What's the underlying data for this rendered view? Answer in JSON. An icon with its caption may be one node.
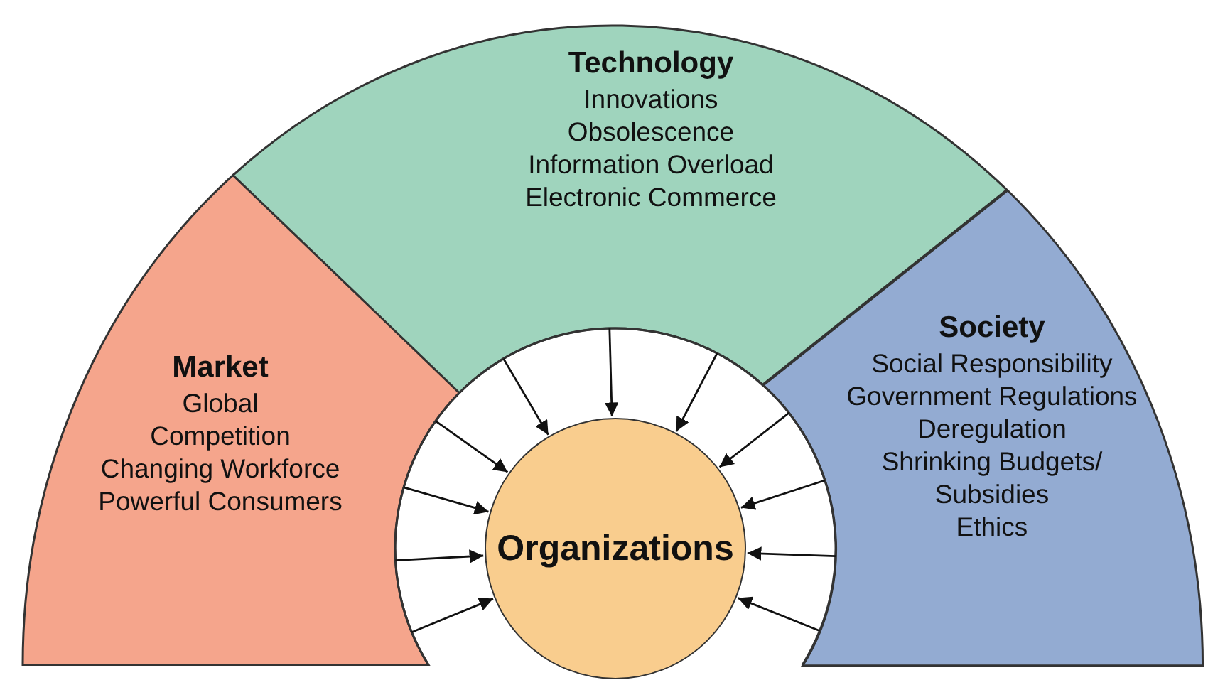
{
  "diagram": {
    "nodes": [
      {
        "text": [
          "Market",
          "Global",
          "Competition",
          "Changing Workforce",
          "Powerful Consumers"
        ]
      },
      {
        "text": [
          "Technology",
          "Innovations",
          "Obsolescence",
          "Information Overload",
          "Electronic Commerce"
        ]
      },
      {
        "text": [
          "Society",
          "Social Responsibility",
          "Government Regulations",
          "Deregulation",
          "Shrinking Budgets/ Subsidies",
          "Ethics"
        ]
      },
      {
        "text": [
          "Organizations"
        ]
      }
    ],
    "edges": [
      {
        "from": 0,
        "to": 3,
        "arrow": "to"
      },
      {
        "from": 0,
        "to": 3,
        "arrow": "to"
      },
      {
        "from": 0,
        "to": 3,
        "arrow": "to"
      },
      {
        "from": 0,
        "to": 3,
        "arrow": "to"
      },
      {
        "from": 1,
        "to": 3,
        "arrow": "to"
      },
      {
        "from": 1,
        "to": 3,
        "arrow": "to"
      },
      {
        "from": 1,
        "to": 3,
        "arrow": "to"
      },
      {
        "from": 2,
        "to": 3,
        "arrow": "to"
      },
      {
        "from": 2,
        "to": 3,
        "arrow": "to"
      },
      {
        "from": 2,
        "to": 3,
        "arrow": "to"
      },
      {
        "from": 2,
        "to": 3,
        "arrow": "to"
      }
    ]
  }
}
